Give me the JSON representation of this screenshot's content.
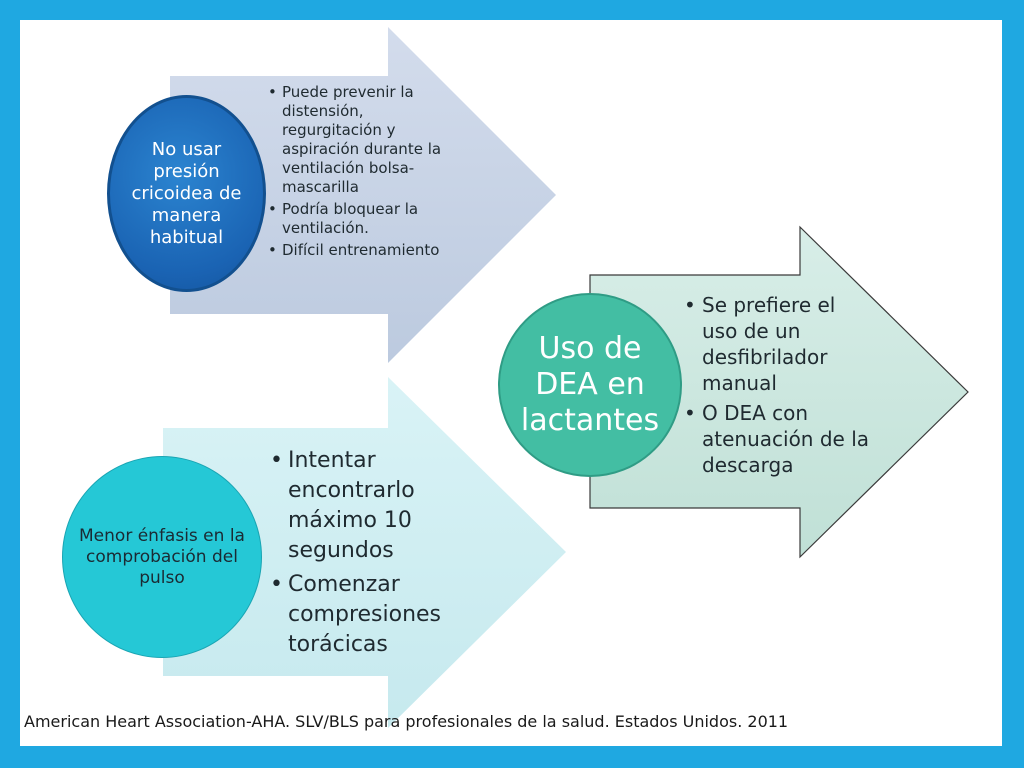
{
  "colors": {
    "frame": "#1fa8e1",
    "arrow_top": "#c9d4e6",
    "arrow_right": "#cde8e0",
    "arrow_bottom": "#cdeef2",
    "circle_top": "#1a63b3",
    "circle_right": "#43bea3",
    "circle_bottom": "#25c8d6"
  },
  "nodes": [
    {
      "label": "No usar presión cricoidea de manera habitual",
      "bullets": [
        "Puede prevenir la distensión, regurgitación y aspiración durante la ventilación bolsa-mascarilla",
        "Podría bloquear la ventilación.",
        "Difícil entrenamiento"
      ]
    },
    {
      "label": "Uso de DEA en lactantes",
      "bullets": [
        "Se prefiere el uso de un desfibrilador manual",
        "O DEA con atenuación de la descarga"
      ]
    },
    {
      "label": "Menor énfasis en la comprobación del pulso",
      "bullets": [
        "Intentar encontrarlo máximo 10 segundos",
        "Comenzar compresiones torácicas"
      ]
    }
  ],
  "footnote": "American Heart Association-AHA. SLV/BLS para profesionales de la salud. Estados Unidos. 2011"
}
